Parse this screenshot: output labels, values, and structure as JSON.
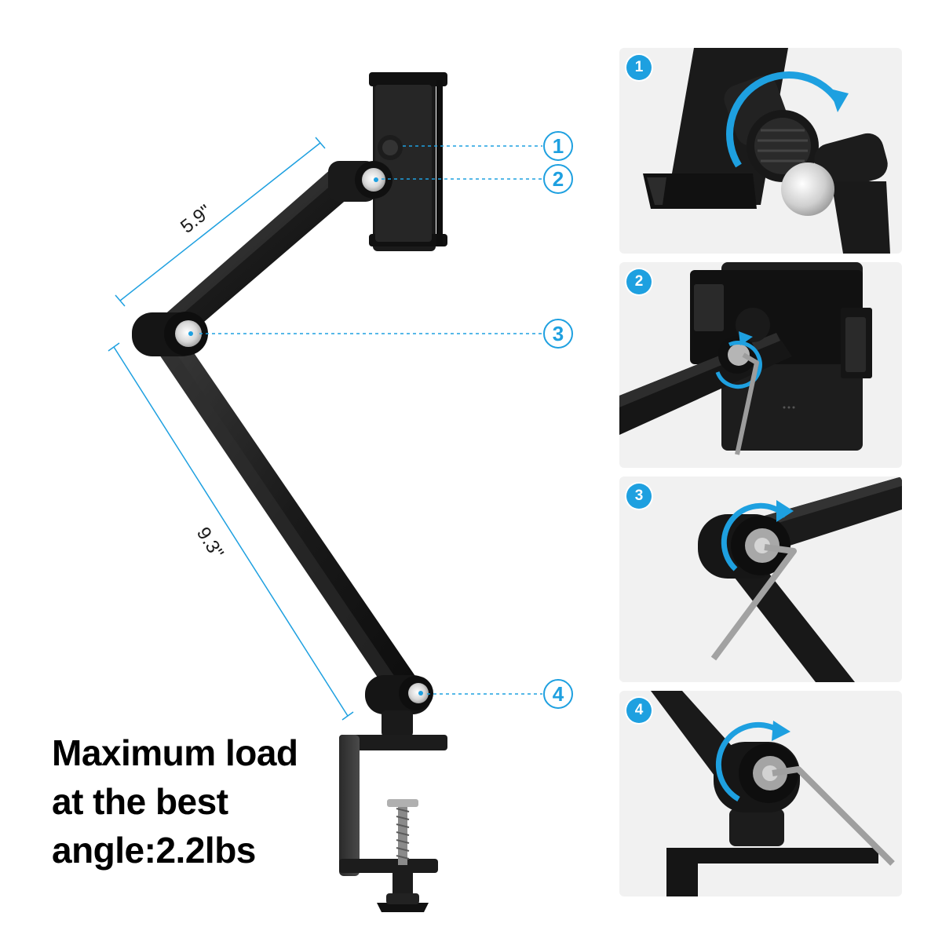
{
  "dimensions": {
    "upper_arm": "5.9\"",
    "lower_arm": "9.3\""
  },
  "callouts": [
    "1",
    "2",
    "3",
    "4"
  ],
  "load_text": {
    "line1": "Maximum load",
    "line2": "at the best",
    "line3": "angle:2.2lbs"
  },
  "detail_panels": [
    {
      "number": "1",
      "content": "rotating-knob"
    },
    {
      "number": "2",
      "content": "hex-key-tablet-joint"
    },
    {
      "number": "3",
      "content": "hex-key-elbow-joint"
    },
    {
      "number": "4",
      "content": "hex-key-base-joint"
    }
  ],
  "colors": {
    "accent_blue": "#1ea0e0",
    "arm_black": "#1c1c1c",
    "panel_bg": "#f1f1f1"
  }
}
